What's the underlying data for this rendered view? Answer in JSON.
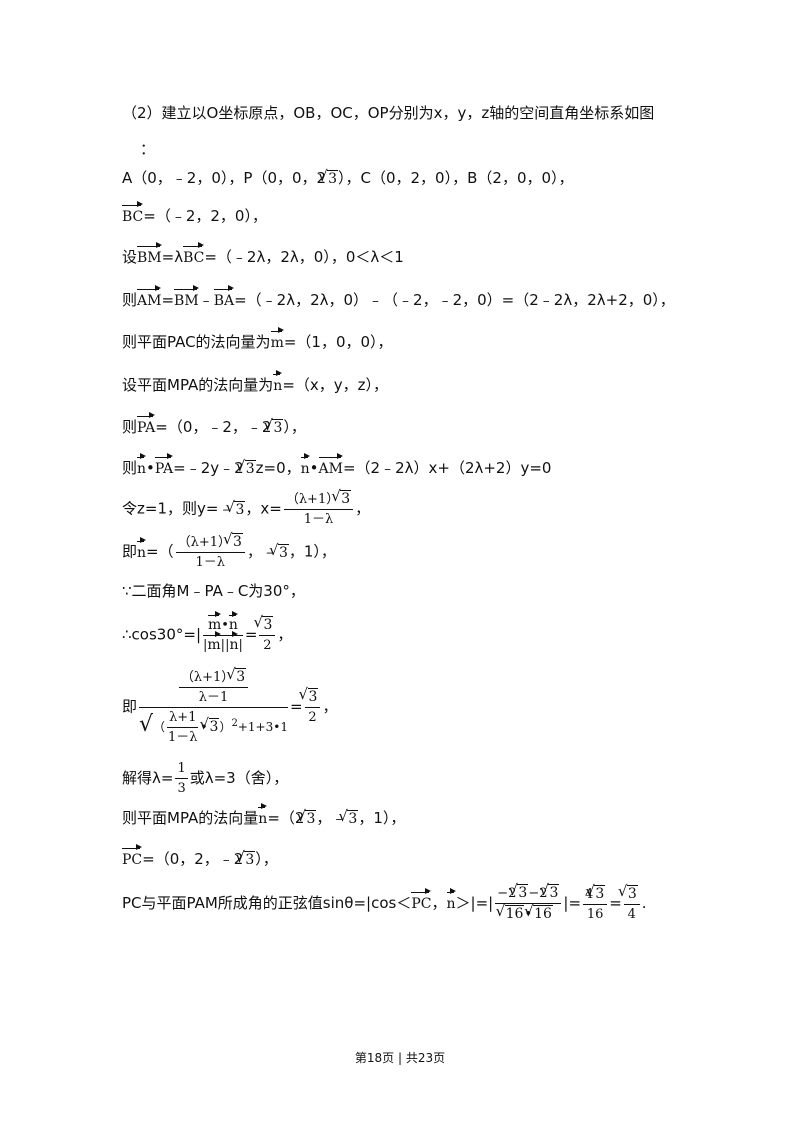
{
  "lines": {
    "l1": "（2）建立以O坐标原点，OB，OC，OP分别为x，y，z轴的空间直角坐标系如图",
    "l1b": "：",
    "l2a": "A（0，﹣2，0），P（0，0，2",
    "l2b": "），C（0，2，0），B（2，0，0），",
    "l3": "=（﹣2，2，0），",
    "l4a": "设",
    "l4b": "=λ",
    "l4c": "=（﹣2λ，2λ，0），0＜λ＜1",
    "l5a": "则",
    "l5b": "=",
    "l5c": "﹣",
    "l5d": "=（﹣2λ，2λ，0）﹣（﹣2，﹣2，0）=（2﹣2λ，2λ+2，0），",
    "l6a": "则平面PAC的法向量为",
    "l6b": "=（1，0，0），",
    "l7a": "设平面MPA的法向量为",
    "l7b": "=（x，y，z），",
    "l8a": "则",
    "l8b": "=（0，﹣2，﹣2",
    "l8c": "），",
    "l9a": "则",
    "l9b": "•",
    "l9c": "=﹣2y﹣2",
    "l9d": "z=0，",
    "l9e": "•",
    "l9f": "=（2﹣2λ）x+（2λ+2）y=0",
    "l10a": "令z=1，则y=﹣",
    "l10b": "，x=",
    "l10c": "，",
    "l11a": "即",
    "l11b": "=（",
    "l11c": "，﹣",
    "l11d": "，1），",
    "l12": "∵二面角M﹣PA﹣C为30°，",
    "l13a": "∴cos30°=|",
    "l13b": "=",
    "l13c": "，",
    "l14a": "即",
    "l14b": "=",
    "l14c": "，",
    "l15a": "解得λ=",
    "l15b": "或λ=3（舍），",
    "l16a": "则平面MPA的法向量",
    "l16b": "=（2",
    "l16c": "，﹣",
    "l16d": "，1），",
    "l17a": "=（0，2，﹣2",
    "l17b": "），",
    "l18a": "PC与平面PAM所成角的正弦值sinθ=|cos＜",
    "l18b": "，",
    "l18c": "＞|=|",
    "l18d": "|=",
    "l18e": "=",
    "l18f": "."
  },
  "math": {
    "three": "3",
    "sixteen": "16",
    "BC": "BC",
    "BM": "BM",
    "AM": "AM",
    "BA": "BA",
    "PA": "PA",
    "PC": "PC",
    "m": "m",
    "n": "n",
    "x_num": "（λ+1）",
    "x_den": "1－λ",
    "lam_num": "（λ+1）",
    "lam_den": "λ－1",
    "inner_num": "λ+1",
    "inner_den": "1－λ",
    "inner_tail": "+1+3",
    "dot": "•",
    "one": "1",
    "two": "2",
    "four": "4",
    "neg2": "−2",
    "minus2": "−2",
    "four_c": "4",
    "sq": "2",
    "paren_open": "（",
    "paren_close": "）",
    "bar": "|",
    "third_num": "1",
    "third_den": "3"
  },
  "footer": "第18页 | 共23页"
}
